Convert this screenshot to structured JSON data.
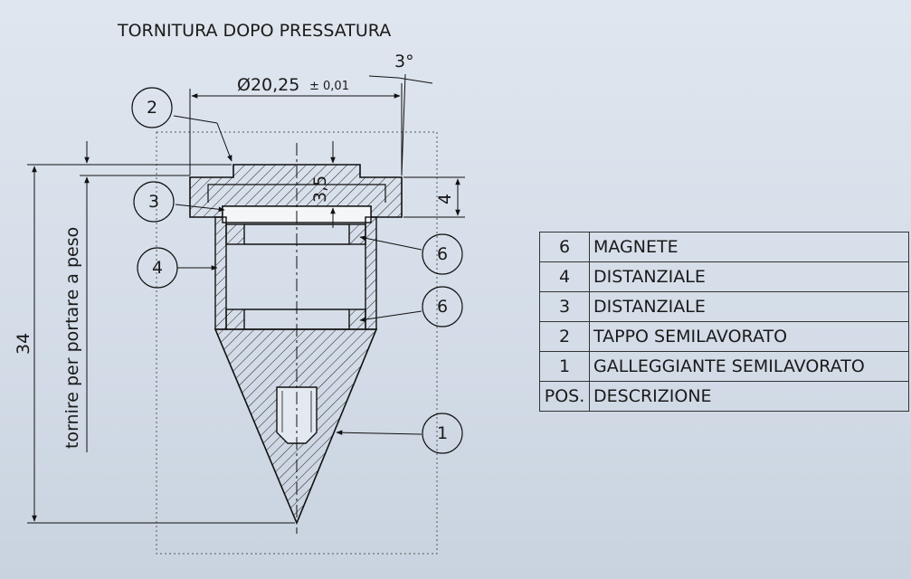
{
  "drawing": {
    "title": "TORNITURA DOPO PRESSATURA",
    "dimensions": {
      "diameter": "Ø20,25",
      "diameter_tolerance": "± 0,01",
      "angle": "3°",
      "height_a": "3,5",
      "height_b": "4",
      "total_length": "34"
    },
    "note": "tornire per portare a peso",
    "balloons": [
      {
        "id": "balloon-2",
        "label": "2"
      },
      {
        "id": "balloon-3",
        "label": "3"
      },
      {
        "id": "balloon-4",
        "label": "4"
      },
      {
        "id": "balloon-6a",
        "label": "6"
      },
      {
        "id": "balloon-6b",
        "label": "6"
      },
      {
        "id": "balloon-1",
        "label": "1"
      }
    ]
  },
  "parts_list": {
    "rows": [
      {
        "pos": "6",
        "desc": "MAGNETE"
      },
      {
        "pos": "4",
        "desc": "DISTANZIALE"
      },
      {
        "pos": "3",
        "desc": "DISTANZIALE"
      },
      {
        "pos": "2",
        "desc": "TAPPO SEMILAVORATO"
      },
      {
        "pos": "1",
        "desc": "GALLEGGIANTE SEMILAVORATO"
      }
    ],
    "header": {
      "pos": "POS.",
      "desc": "DESCRIZIONE"
    }
  }
}
